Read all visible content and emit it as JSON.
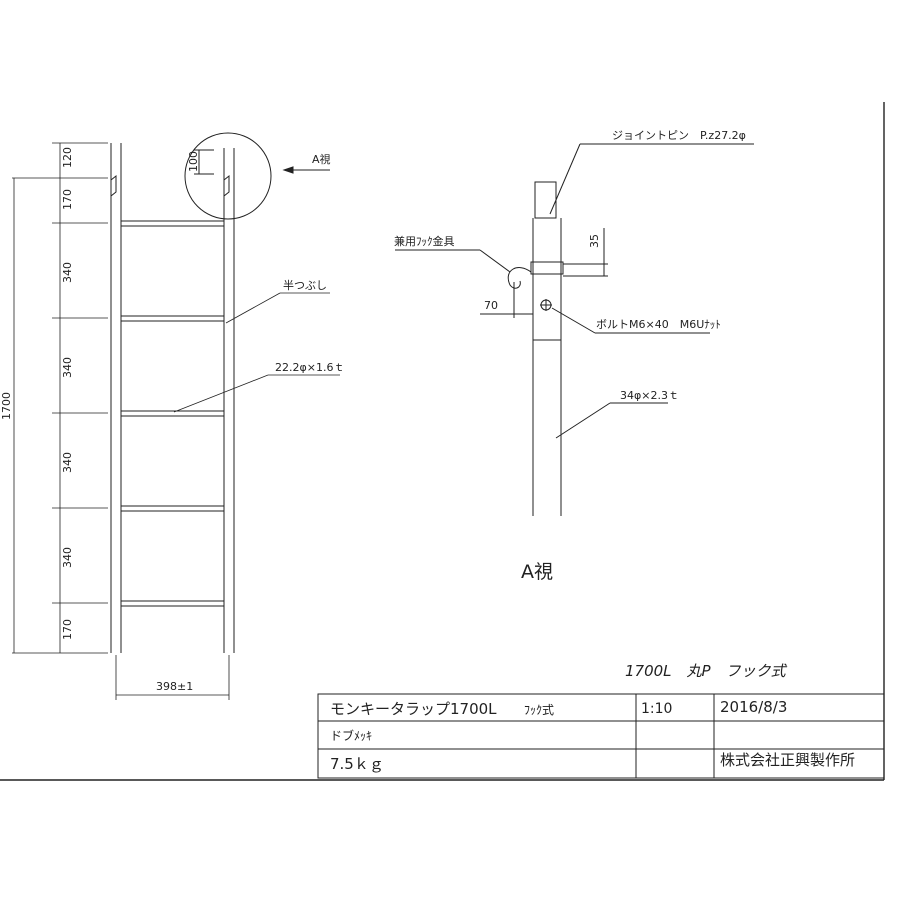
{
  "dimensions": {
    "top_spacing": "120",
    "first_rung": "170",
    "rung_spacing": [
      "340",
      "340",
      "340",
      "340"
    ],
    "bottom_spacing": "170",
    "overall_length": "1700",
    "width": "398±1",
    "detail_100": "100"
  },
  "labels": {
    "view_arrow": "A視",
    "flattened_end": "半つぶし",
    "rung_pipe": "22.2φ×1.6ｔ",
    "joint_pin": "ジョイントピン　P.z27.2φ",
    "hook_fitting": "兼用ﾌｯｸ金具",
    "bolt": "ボルトM6×40　M6Uﾅｯﾄ",
    "main_pipe": "34φ×2.3ｔ",
    "dim_35": "35",
    "dim_70": "70",
    "view_title": "A視",
    "handwritten_note": "1700L　丸P　フック式"
  },
  "title_block": {
    "product_name": "モンキータラップ1700L",
    "product_type": "ﾌｯｸ式",
    "scale": "1:10",
    "date": "2016/8/3",
    "finish": "ドブﾒｯｷ",
    "weight": "7.5ｋｇ",
    "company": "株式会社正興製作所"
  }
}
